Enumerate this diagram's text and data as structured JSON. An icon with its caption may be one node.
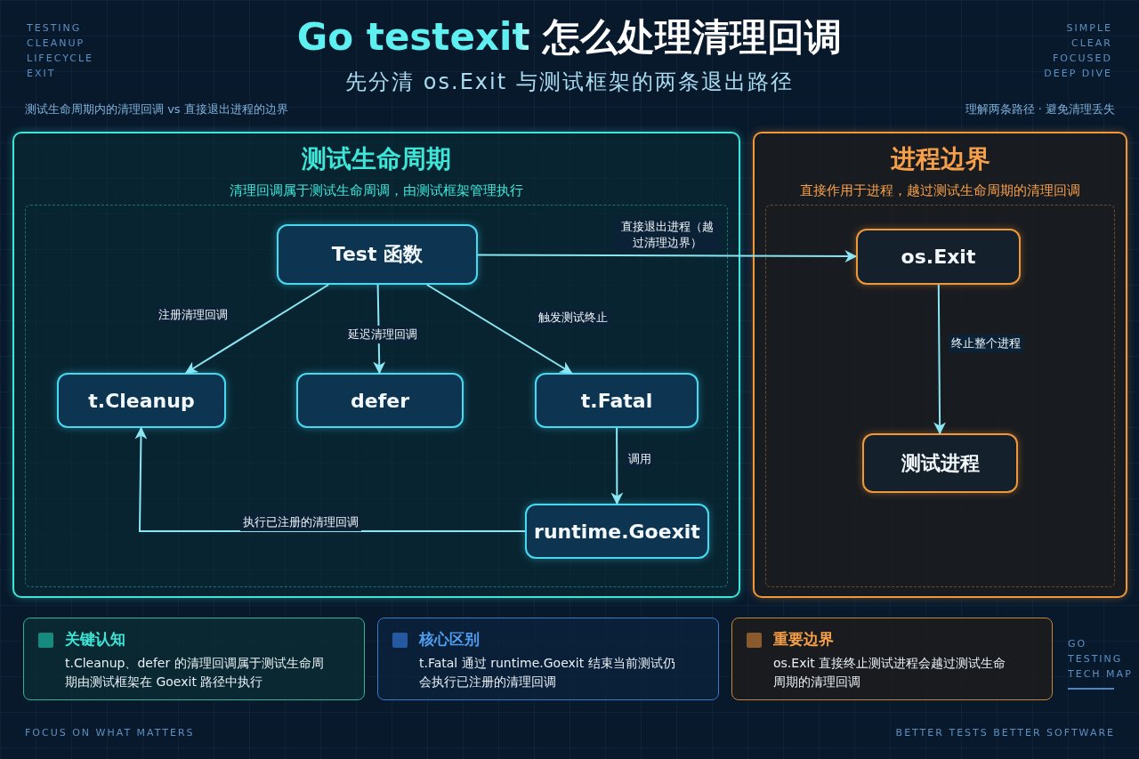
{
  "diagram": {
    "title": "Go testexit 怎么处理清理回调",
    "nodes": [
      {
        "text": [
          "测试生命周期",
          "清理回调属于测试生命周调，由测试框架管理执行"
        ]
      },
      {
        "text": [
          "Test 函数"
        ],
        "in": 0
      },
      {
        "text": [
          "t.Cleanup"
        ],
        "in": 0
      },
      {
        "text": [
          "defer"
        ],
        "in": 0
      },
      {
        "text": [
          "t.Fatal"
        ],
        "in": 0
      },
      {
        "text": [
          "runtime.Goexit"
        ],
        "in": 0
      },
      {
        "text": [
          "进程边界",
          "直接作用于进程，越过测试生命周期的清理回调"
        ]
      },
      {
        "text": [
          "os.Exit"
        ],
        "in": 6
      },
      {
        "text": [
          "测试进程"
        ],
        "in": 6
      },
      {
        "text": [
          "关键认知",
          "t.Cleanup、defer 的清理回调属于测试生命周期由测试框架在 Goexit 路径中执行"
        ]
      },
      {
        "text": [
          "核心区别",
          "t.Fatal 通过 runtime.Goexit 结束当前测试仍会执行已注册的清理回调"
        ]
      },
      {
        "text": [
          "重要边界",
          "os.Exit 直接终止测试进程会越过测试生命周期的清理回调"
        ]
      }
    ],
    "edges": [
      {
        "from": 1,
        "to": 2,
        "arrow": "to",
        "label": "注册清理回调"
      },
      {
        "from": 1,
        "to": 3,
        "arrow": "to",
        "label": "延迟清理回调"
      },
      {
        "from": 1,
        "to": 4,
        "arrow": "to",
        "label": "触发测试终止"
      },
      {
        "from": 4,
        "to": 5,
        "arrow": "to",
        "label": "调用"
      },
      {
        "from": 5,
        "to": 2,
        "arrow": "to",
        "label": "执行已注册的清理回调"
      },
      {
        "from": 1,
        "to": 7,
        "arrow": "to",
        "label": "直接退出进程（越过清理边界）"
      },
      {
        "from": 7,
        "to": 8,
        "arrow": "to",
        "label": "终止整个进程"
      }
    ],
    "labels": [
      "先分清 os.Exit 与测试框架的两条退出路径",
      "TESTING",
      "CLEANUP",
      "LIFECYCLE",
      "EXIT",
      "SIMPLE",
      "CLEAR",
      "FOCUSED",
      "DEEP DIVE",
      "测试生命周期内的清理回调 vs 直接退出进程的边界",
      "理解两条路径 · 避免清理丢失",
      "GO",
      "TESTING",
      "TECH MAP",
      "FOCUS ON WHAT MATTERS",
      "BETTER TESTS  BETTER SOFTWARE"
    ]
  }
}
